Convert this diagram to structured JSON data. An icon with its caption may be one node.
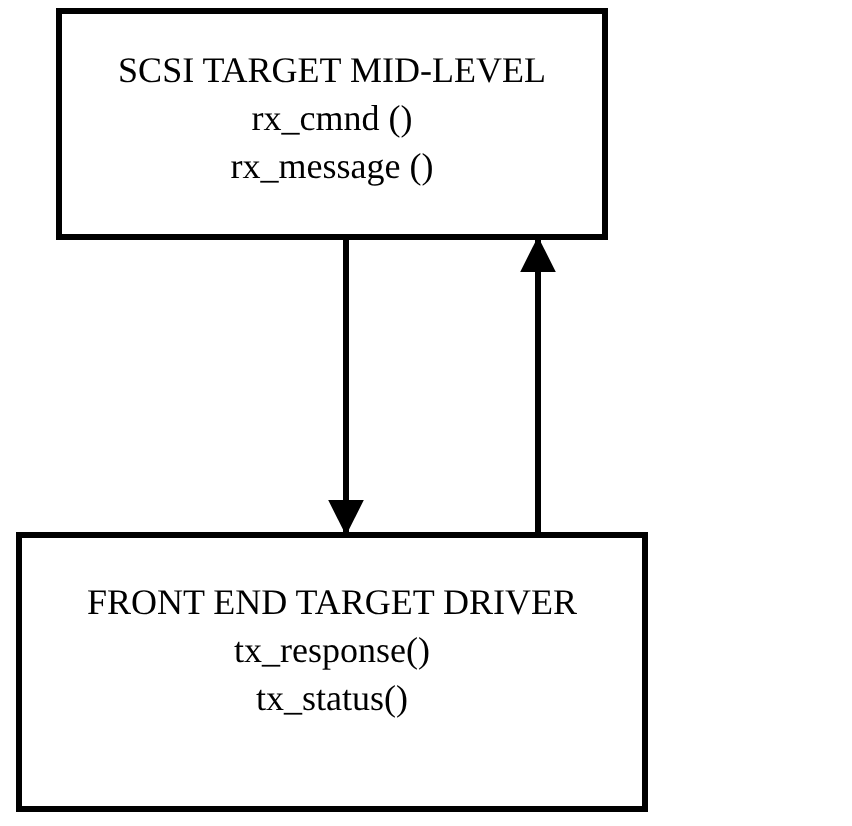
{
  "diagram": {
    "nodes": [
      {
        "text": [
          "SCSI TARGET MID-LEVEL",
          "rx_cmnd ()",
          "rx_message ()"
        ]
      },
      {
        "text": [
          "FRONT END TARGET DRIVER",
          "tx_response()",
          "tx_status()"
        ]
      }
    ],
    "edges": [
      {
        "from": 0,
        "to": 1,
        "arrow": "to"
      },
      {
        "from": 1,
        "to": 0,
        "arrow": "to"
      }
    ]
  }
}
